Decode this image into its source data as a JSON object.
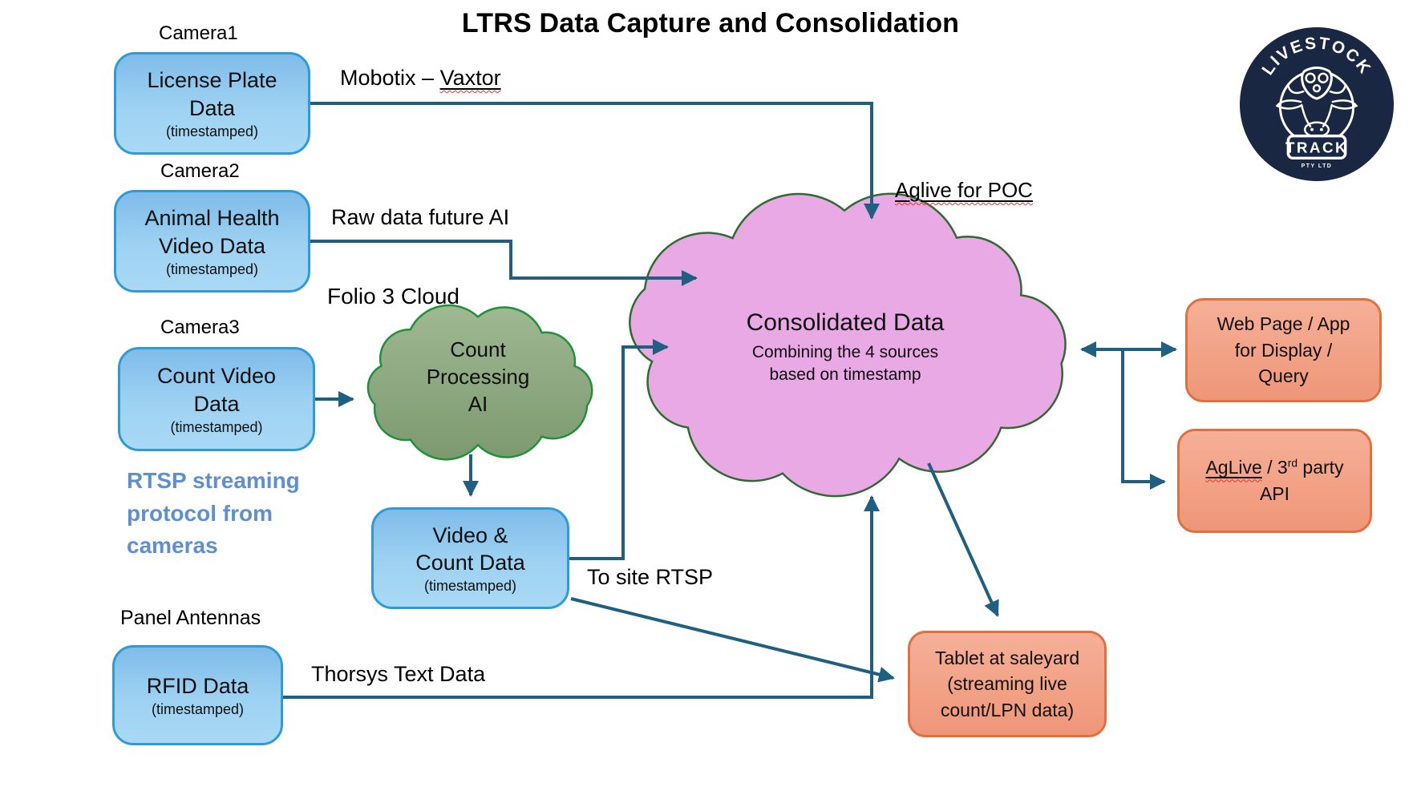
{
  "title": "LTRS Data Capture and Consolidation",
  "logo": {
    "arc_text": "LIVESTOCK",
    "badge_text": "TRACK",
    "sub_text": "PTY LTD"
  },
  "source_boxes": {
    "camera1": {
      "label": "Camera1",
      "line1": "License Plate",
      "line2": "Data",
      "note": "(timestamped)"
    },
    "camera2": {
      "label": "Camera2",
      "line1": "Animal Health",
      "line2": "Video Data",
      "note": "(timestamped)"
    },
    "camera3": {
      "label": "Camera3",
      "line1": "Count Video",
      "line2": "Data",
      "note": "(timestamped)"
    },
    "rfid": {
      "label": "Panel Antennas",
      "line1": "RFID Data",
      "note": "(timestamped)"
    }
  },
  "process_boxes": {
    "video_count": {
      "line1": "Video &",
      "line2": "Count Data",
      "note": "(timestamped)"
    }
  },
  "clouds": {
    "folio_label": "Folio 3 Cloud",
    "count_ai": {
      "line1": "Count",
      "line2": "Processing",
      "line3": "AI"
    },
    "consolidated": {
      "title": "Consolidated Data",
      "sub1": "Combining the 4 sources",
      "sub2": "based on timestamp"
    }
  },
  "annotations": {
    "mobotix_prefix": "Mobotix – ",
    "mobotix_vendor": "Vaxtor",
    "raw_data": "Raw data future AI",
    "aglive_poc": "Aglive for POC",
    "rtsp_line1": "RTSP streaming",
    "rtsp_line2": "protocol from",
    "rtsp_line3": "cameras",
    "thorsys": "Thorsys Text Data",
    "to_site_rtsp": "To site RTSP"
  },
  "output_boxes": {
    "web_app": {
      "line1": "Web Page / App",
      "line2": "for Display /",
      "line3": "Query"
    },
    "aglive_api": {
      "name": "AgLive",
      "sep": " / 3",
      "sup": "rd",
      "tail": " party",
      "line2": "API"
    },
    "tablet": {
      "line1": "Tablet at saleyard",
      "line2": "(streaming live",
      "line3": "count/LPN  data)"
    }
  },
  "colors": {
    "connector": "#1F5F82",
    "blue_box_border": "#2E9BD6",
    "blue_box_fill": "#8FC8EE",
    "orange_box_border": "#E2703F",
    "orange_box_fill": "#F2A689",
    "pink_cloud_fill": "#E9A9E5",
    "pink_cloud_stroke": "#2F6B2F",
    "green_cloud_fill": "#8FAC83",
    "green_cloud_stroke": "#1E9139",
    "rtsp_text": "#5E8FD2",
    "logo_navy": "#1A2742"
  }
}
